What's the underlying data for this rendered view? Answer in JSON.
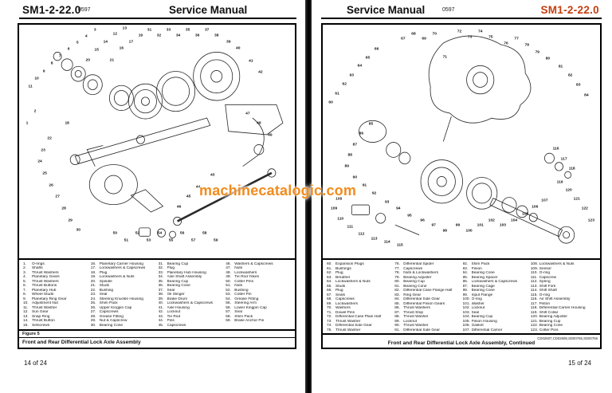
{
  "watermark": "machinecatalogic.com",
  "colors": {
    "accent_red": "#c63d0f",
    "watermark_orange": "#f28b1d"
  },
  "left_page": {
    "header": {
      "code": "SM1-2-22.0",
      "doc_num": "0597",
      "title": "Service Manual"
    },
    "figure_label": "Figure 5",
    "figure_title": "Front and Rear Differential Lock Axle Assembly",
    "page_num": "14 of 24",
    "parts_columns": [
      [
        [
          "1.",
          "O-rings"
        ],
        [
          "2.",
          "Shafts"
        ],
        [
          "3.",
          "Thrust Washers"
        ],
        [
          "4.",
          "Planetary Gears"
        ],
        [
          "5.",
          "Thrust Washers"
        ],
        [
          "6.",
          "Thrust Buttons"
        ],
        [
          "7.",
          "Planetary Hub"
        ],
        [
          "8.",
          "Wheel Studs"
        ],
        [
          "9.",
          "Planetary Ring Gear"
        ],
        [
          "10.",
          "Adjustment Nut"
        ],
        [
          "11.",
          "Thrust Washer"
        ],
        [
          "12.",
          "Sun Gear"
        ],
        [
          "13.",
          "Snap Ring"
        ],
        [
          "14.",
          "Thrust Button"
        ],
        [
          "15.",
          "Setscrews"
        ]
      ],
      [
        [
          "16.",
          "Planetary Carrier Housing"
        ],
        [
          "17.",
          "Lockwashers & Capscrews"
        ],
        [
          "18.",
          "Plug"
        ],
        [
          "19.",
          "Lockwashers & Nuts"
        ],
        [
          "20.",
          "Spindle"
        ],
        [
          "21.",
          "Studs"
        ],
        [
          "22.",
          "Bushing"
        ],
        [
          "23.",
          "Seal"
        ],
        [
          "24.",
          "Steering Knuckle Housing"
        ],
        [
          "25.",
          "Shim Pack"
        ],
        [
          "26.",
          "Upper Kingpin Cap"
        ],
        [
          "27.",
          "Capscrews"
        ],
        [
          "28.",
          "Grease Fitting"
        ],
        [
          "29.",
          "Nut & Capscrew"
        ],
        [
          "30.",
          "Bearing Cone"
        ]
      ],
      [
        [
          "31.",
          "Bearing Cup"
        ],
        [
          "32.",
          "Plug"
        ],
        [
          "33.",
          "Planetary Hub Housing"
        ],
        [
          "34.",
          "Axle Shaft Assembly"
        ],
        [
          "35.",
          "Bearing Cup"
        ],
        [
          "36.",
          "Bearing Cone"
        ],
        [
          "37.",
          "Seal"
        ],
        [
          "38.",
          "Oil Slinger"
        ],
        [
          "39.",
          "Brake Drum"
        ],
        [
          "40.",
          "Lockwashers & Capscrews"
        ],
        [
          "41.",
          "Axle Housing"
        ],
        [
          "42.",
          "Locknut"
        ],
        [
          "43.",
          "Tie Rod"
        ],
        [
          "44.",
          "Pins"
        ],
        [
          "45.",
          "Capscrews"
        ]
      ],
      [
        [
          "46.",
          "Washers & Capscrews"
        ],
        [
          "47.",
          "Nuts"
        ],
        [
          "48.",
          "Lockwashers"
        ],
        [
          "49.",
          "Tie Rod Yokes"
        ],
        [
          "50.",
          "Cotter Pins"
        ],
        [
          "51.",
          "Nuts"
        ],
        [
          "52.",
          "Bushing"
        ],
        [
          "53.",
          "Cotter Pin"
        ],
        [
          "54.",
          "Grease Fitting"
        ],
        [
          "55.",
          "Steering Arm"
        ],
        [
          "56.",
          "Lower Kingpin Cap"
        ],
        [
          "57.",
          "Seal"
        ],
        [
          "58.",
          "Shim Pack"
        ],
        [
          "59.",
          "Brake Anchor Pin"
        ]
      ]
    ],
    "callouts": [
      [
        3,
        95,
        8
      ],
      [
        4,
        84,
        15
      ],
      [
        5,
        73,
        23
      ],
      [
        6,
        62,
        31
      ],
      [
        7,
        51,
        39
      ],
      [
        8,
        41,
        48
      ],
      [
        9,
        31,
        57
      ],
      [
        10,
        22,
        66
      ],
      [
        11,
        14,
        76
      ],
      [
        2,
        20,
        105
      ],
      [
        1,
        10,
        120
      ],
      [
        13,
        132,
        6
      ],
      [
        12,
        120,
        12
      ],
      [
        14,
        108,
        22
      ],
      [
        15,
        97,
        32
      ],
      [
        17,
        140,
        22
      ],
      [
        16,
        128,
        30
      ],
      [
        19,
        152,
        14
      ],
      [
        20,
        86,
        44
      ],
      [
        21,
        116,
        44
      ],
      [
        31,
        163,
        8
      ],
      [
        32,
        175,
        14
      ],
      [
        33,
        187,
        8
      ],
      [
        34,
        199,
        14
      ],
      [
        35,
        211,
        8
      ],
      [
        36,
        223,
        14
      ],
      [
        37,
        235,
        8
      ],
      [
        38,
        247,
        14
      ],
      [
        39,
        262,
        22
      ],
      [
        40,
        274,
        30
      ],
      [
        41,
        290,
        45
      ],
      [
        42,
        302,
        58
      ],
      [
        18,
        60,
        120
      ],
      [
        22,
        38,
        138
      ],
      [
        23,
        30,
        152
      ],
      [
        24,
        26,
        166
      ],
      [
        25,
        32,
        180
      ],
      [
        26,
        40,
        194
      ],
      [
        27,
        48,
        208
      ],
      [
        28,
        56,
        222
      ],
      [
        29,
        64,
        236
      ],
      [
        30,
        74,
        248
      ],
      [
        43,
        242,
        182
      ],
      [
        44,
        224,
        196
      ],
      [
        45,
        212,
        208
      ],
      [
        46,
        200,
        220
      ],
      [
        47,
        286,
        108
      ],
      [
        48,
        300,
        120
      ],
      [
        49,
        314,
        134
      ],
      [
        50,
        120,
        252
      ],
      [
        51,
        134,
        260
      ],
      [
        52,
        148,
        252
      ],
      [
        53,
        162,
        260
      ],
      [
        54,
        176,
        252
      ],
      [
        55,
        190,
        260
      ],
      [
        56,
        204,
        252
      ],
      [
        57,
        218,
        260
      ],
      [
        58,
        232,
        252
      ],
      [
        59,
        246,
        260
      ]
    ]
  },
  "right_page": {
    "header": {
      "title": "Service Manual",
      "doc_num": "0597",
      "code": "SM1-2-22.0"
    },
    "figure_title": "Front and Rear Differential Lock Axle Assembly, Continued",
    "doc_codes": "CD02607,CD02608,SD00765,SD00766",
    "page_num": "15 of 24",
    "parts_columns": [
      [
        [
          "60.",
          "Expansion Plugs"
        ],
        [
          "61.",
          "Bushings"
        ],
        [
          "62.",
          "Plug"
        ],
        [
          "63.",
          "Breather"
        ],
        [
          "64.",
          "Lockwashers & Nuts"
        ],
        [
          "65.",
          "Studs"
        ],
        [
          "66.",
          "Plug"
        ],
        [
          "67.",
          "Seals"
        ],
        [
          "68.",
          "Capscrews"
        ],
        [
          "69.",
          "Lockwashers"
        ],
        [
          "70.",
          "Washers"
        ],
        [
          "71.",
          "Dowel Pins"
        ],
        [
          "72.",
          "Differential Case Plain Half"
        ],
        [
          "73.",
          "Thrust Washer"
        ],
        [
          "74.",
          "Differential Side Gear"
        ],
        [
          "75.",
          "Thrust Washer"
        ]
      ],
      [
        [
          "76.",
          "Differential Spider"
        ],
        [
          "77.",
          "Capscrews"
        ],
        [
          "78.",
          "Nuts & Lockwashers"
        ],
        [
          "79.",
          "Bearing Adjuster"
        ],
        [
          "80.",
          "Bearing Cup"
        ],
        [
          "81.",
          "Bearing Cone"
        ],
        [
          "82.",
          "Differential Case Flange Half"
        ],
        [
          "83.",
          "Ring Gear"
        ],
        [
          "84.",
          "Differential Side Gear"
        ],
        [
          "85.",
          "Differential Pinion Gears"
        ],
        [
          "86.",
          "Thrust Washers"
        ],
        [
          "87.",
          "Thrust Stop"
        ],
        [
          "88.",
          "Thrust Washer"
        ],
        [
          "89.",
          "Locknut"
        ],
        [
          "90.",
          "Thrust Washer"
        ],
        [
          "91.",
          "Differential Side Gear"
        ]
      ],
      [
        [
          "92.",
          "Shim Pack"
        ],
        [
          "93.",
          "Pinion"
        ],
        [
          "94.",
          "Bearing Cone"
        ],
        [
          "95.",
          "Bearing Spacer"
        ],
        [
          "96.",
          "Lockwashers & Capscrews"
        ],
        [
          "97.",
          "Bearing Cage"
        ],
        [
          "98.",
          "Bearing Cone"
        ],
        [
          "99.",
          "Input Flange"
        ],
        [
          "100.",
          "O-ring"
        ],
        [
          "101.",
          "Washer"
        ],
        [
          "102.",
          "Locknut"
        ],
        [
          "103.",
          "Seal"
        ],
        [
          "104.",
          "Bearing Cup"
        ],
        [
          "105.",
          "Pinion Housing"
        ],
        [
          "106.",
          "Gasket"
        ],
        [
          "107.",
          "Differential Carrier"
        ]
      ],
      [
        [
          "108.",
          "Lockwashers & Nuts"
        ],
        [
          "109.",
          "Sensor"
        ],
        [
          "110.",
          "O-ring"
        ],
        [
          "111.",
          "Capscrew"
        ],
        [
          "112.",
          "Spring"
        ],
        [
          "113.",
          "Shift Fork"
        ],
        [
          "114.",
          "Shift Shaft"
        ],
        [
          "115.",
          "O-ring"
        ],
        [
          "116.",
          "Air Shift Assembly"
        ],
        [
          "117.",
          "Piston"
        ],
        [
          "118.",
          "Differential Carrier Housing"
        ],
        [
          "119.",
          "Shift Collar"
        ],
        [
          "120.",
          "Bearing Adjuster"
        ],
        [
          "121.",
          "Bearing Cup"
        ],
        [
          "122.",
          "Bearing Cone"
        ],
        [
          "123.",
          "Cotter Pins"
        ]
      ]
    ],
    "callouts": [
      [
        60,
        10,
        95
      ],
      [
        61,
        18,
        84
      ],
      [
        62,
        27,
        73
      ],
      [
        63,
        36,
        62
      ],
      [
        64,
        46,
        51
      ],
      [
        65,
        56,
        41
      ],
      [
        66,
        67,
        31
      ],
      [
        67,
        100,
        18
      ],
      [
        68,
        113,
        12
      ],
      [
        69,
        126,
        18
      ],
      [
        70,
        139,
        12
      ],
      [
        71,
        152,
        40
      ],
      [
        72,
        170,
        10
      ],
      [
        73,
        183,
        16
      ],
      [
        74,
        196,
        10
      ],
      [
        75,
        209,
        16
      ],
      [
        76,
        228,
        24
      ],
      [
        77,
        241,
        18
      ],
      [
        78,
        254,
        26
      ],
      [
        79,
        267,
        34
      ],
      [
        80,
        280,
        42
      ],
      [
        81,
        296,
        52
      ],
      [
        82,
        308,
        62
      ],
      [
        83,
        318,
        74
      ],
      [
        84,
        328,
        86
      ],
      [
        85,
        60,
        120
      ],
      [
        86,
        48,
        132
      ],
      [
        87,
        40,
        145
      ],
      [
        88,
        34,
        158
      ],
      [
        89,
        30,
        171
      ],
      [
        90,
        40,
        184
      ],
      [
        91,
        52,
        194
      ],
      [
        92,
        64,
        204
      ],
      [
        93,
        80,
        214
      ],
      [
        94,
        94,
        222
      ],
      [
        95,
        108,
        230
      ],
      [
        96,
        124,
        236
      ],
      [
        97,
        138,
        242
      ],
      [
        98,
        152,
        248
      ],
      [
        99,
        168,
        242
      ],
      [
        100,
        182,
        248
      ],
      [
        101,
        196,
        242
      ],
      [
        102,
        210,
        236
      ],
      [
        103,
        224,
        242
      ],
      [
        104,
        238,
        236
      ],
      [
        105,
        252,
        228
      ],
      [
        106,
        264,
        220
      ],
      [
        107,
        276,
        212
      ],
      [
        108,
        20,
        210
      ],
      [
        109,
        14,
        222
      ],
      [
        110,
        22,
        234
      ],
      [
        111,
        34,
        244
      ],
      [
        112,
        48,
        252
      ],
      [
        113,
        64,
        258
      ],
      [
        114,
        80,
        262
      ],
      [
        115,
        96,
        266
      ],
      [
        116,
        290,
        150
      ],
      [
        117,
        300,
        162
      ],
      [
        118,
        310,
        174
      ],
      [
        119,
        295,
        190
      ],
      [
        120,
        306,
        200
      ],
      [
        121,
        316,
        210
      ],
      [
        122,
        326,
        222
      ],
      [
        123,
        334,
        236
      ]
    ]
  }
}
